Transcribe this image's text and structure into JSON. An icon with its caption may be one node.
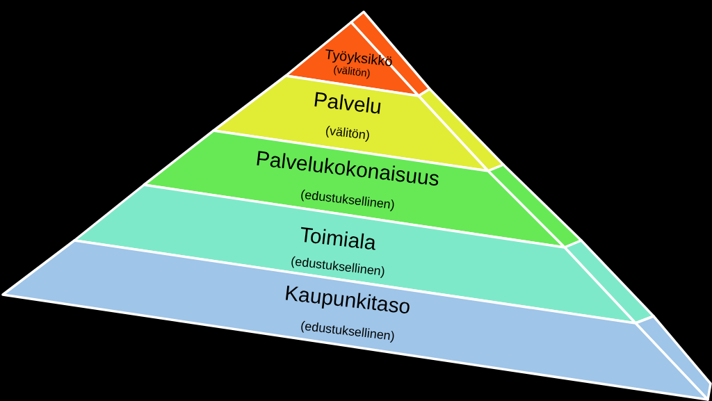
{
  "diagram": {
    "nodes": [
      {
        "text": [
          "Työyksikkö",
          "(välitön)"
        ]
      },
      {
        "text": [
          "Palvelu",
          "(välitön)"
        ]
      },
      {
        "text": [
          "Palvelukokonaisuus",
          "(edustuksellinen)"
        ]
      },
      {
        "text": [
          "Toimiala",
          "(edustuksellinen)"
        ]
      },
      {
        "text": [
          "Kaupunkitaso",
          "(edustuksellinen)"
        ]
      }
    ]
  }
}
